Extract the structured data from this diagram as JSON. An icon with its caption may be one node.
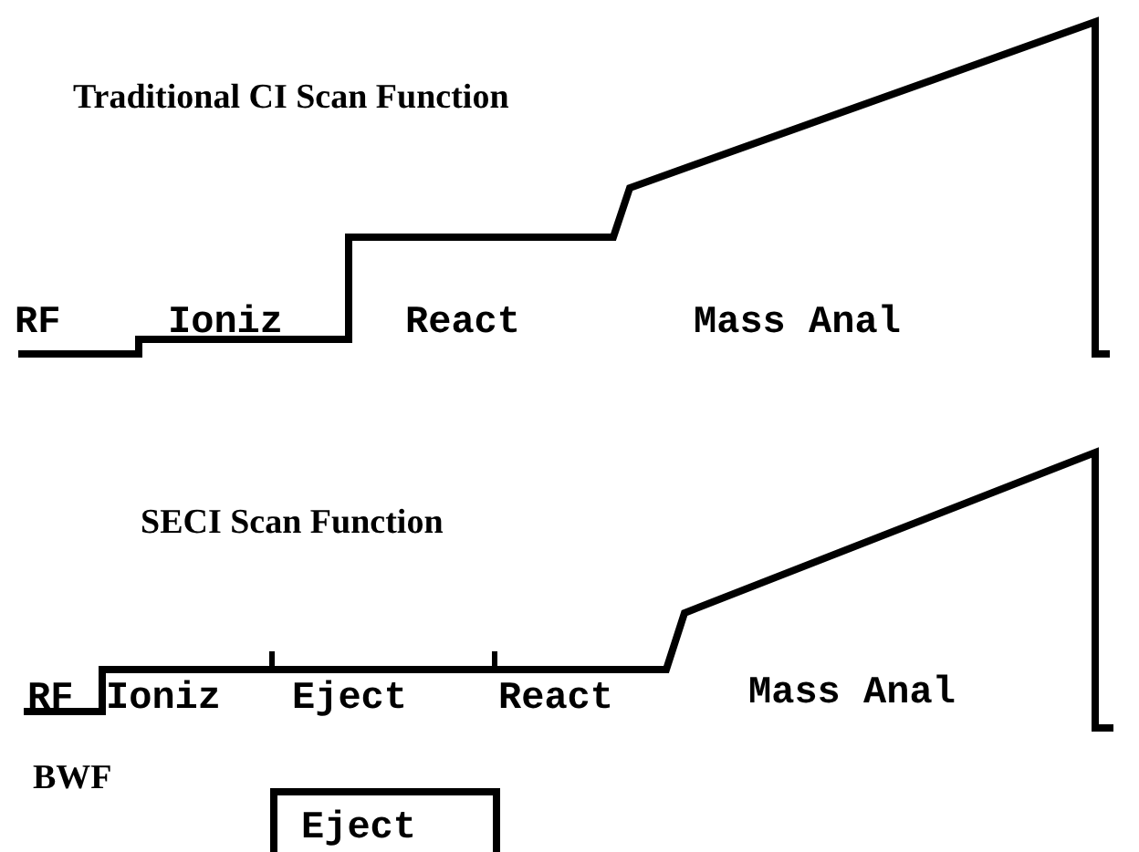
{
  "diagram": {
    "labels": [
      "Traditional CI Scan Function",
      "RF",
      "Ioniz",
      "React",
      "Mass Anal",
      "SECI Scan Function",
      "RF",
      "Ioniz",
      "Eject",
      "React",
      "Mass Anal",
      "BWF",
      "Eject"
    ]
  }
}
